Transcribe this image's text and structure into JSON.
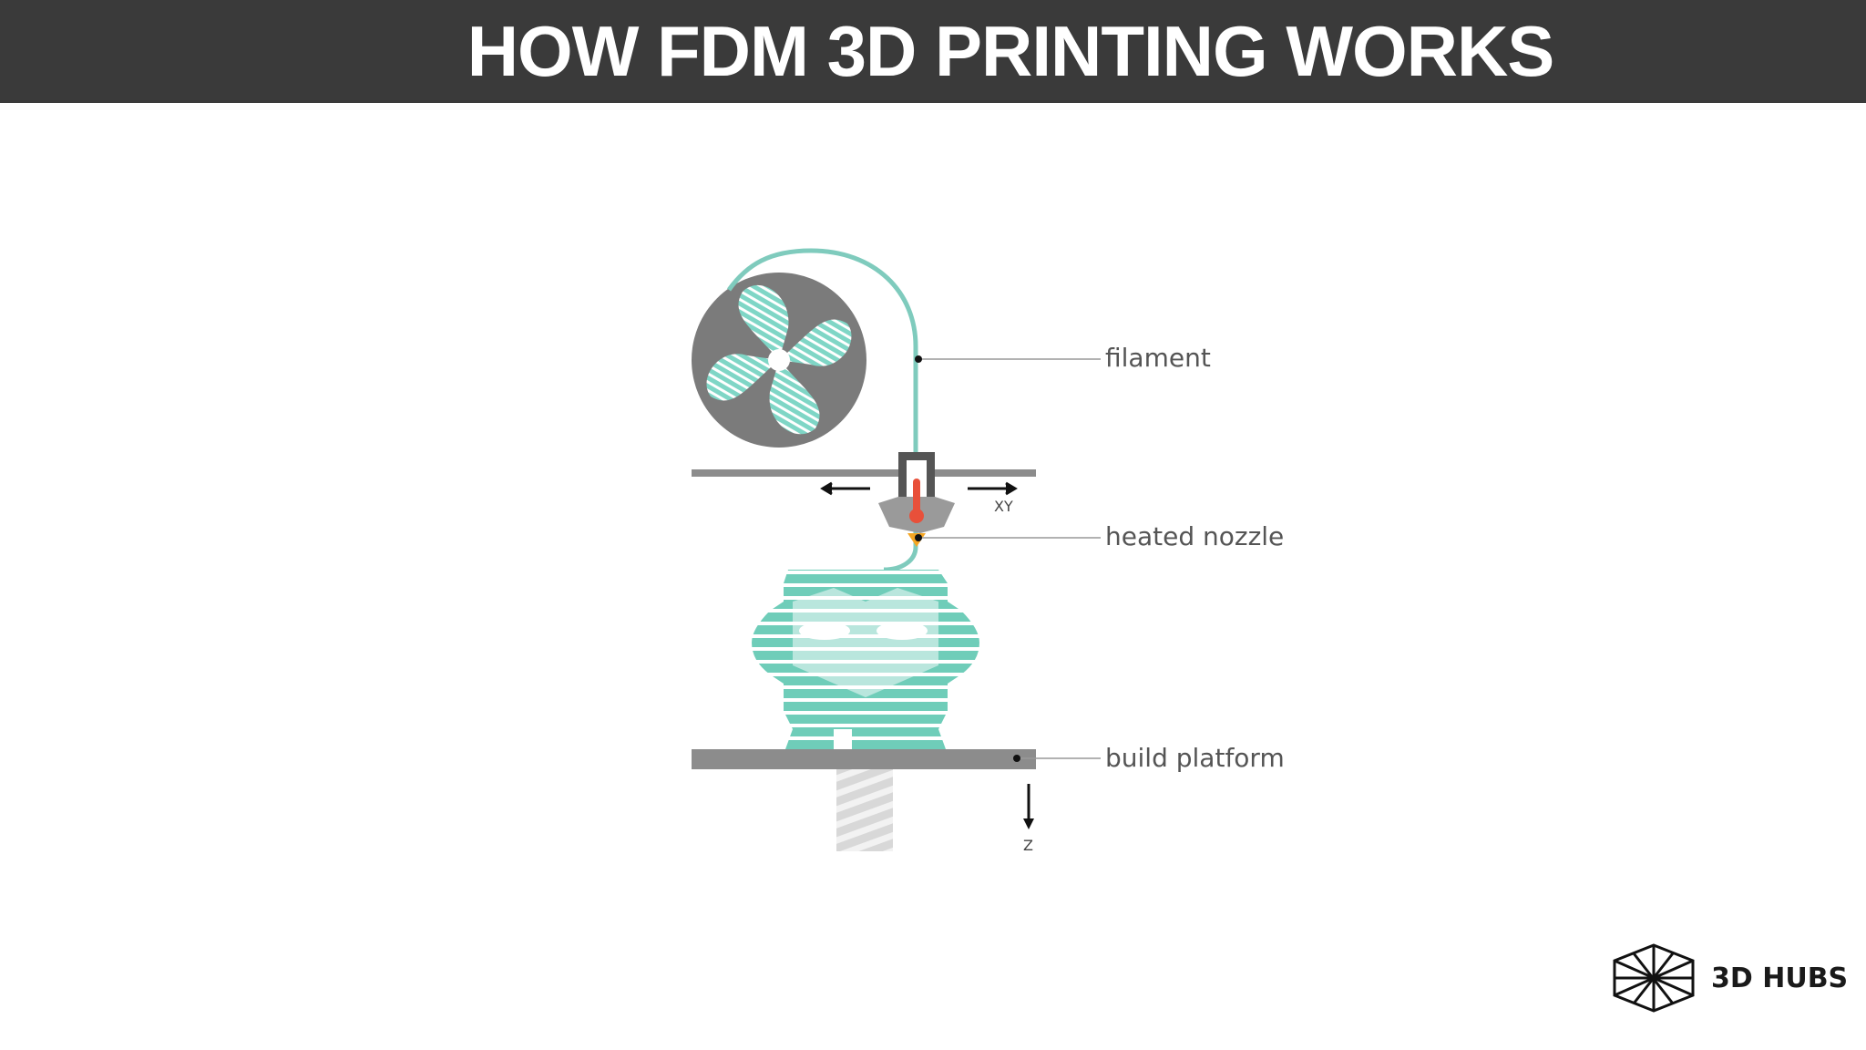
{
  "header": {
    "title": "HOW FDM 3D PRINTING WORKS"
  },
  "diagram": {
    "labels": {
      "filament": "filament",
      "heated_nozzle": "heated nozzle",
      "build_platform": "build platform"
    },
    "axes": {
      "xy": "XY",
      "z": "Z"
    }
  },
  "brand": {
    "name": "3D HUBS"
  },
  "colors": {
    "header_bg": "#3a3a3a",
    "filament": "#7fcbbd",
    "print": "#6fcdb9",
    "gray": "#8c8c8c",
    "heat": "#e8503a",
    "nozzle_tip": "#f5a623"
  }
}
